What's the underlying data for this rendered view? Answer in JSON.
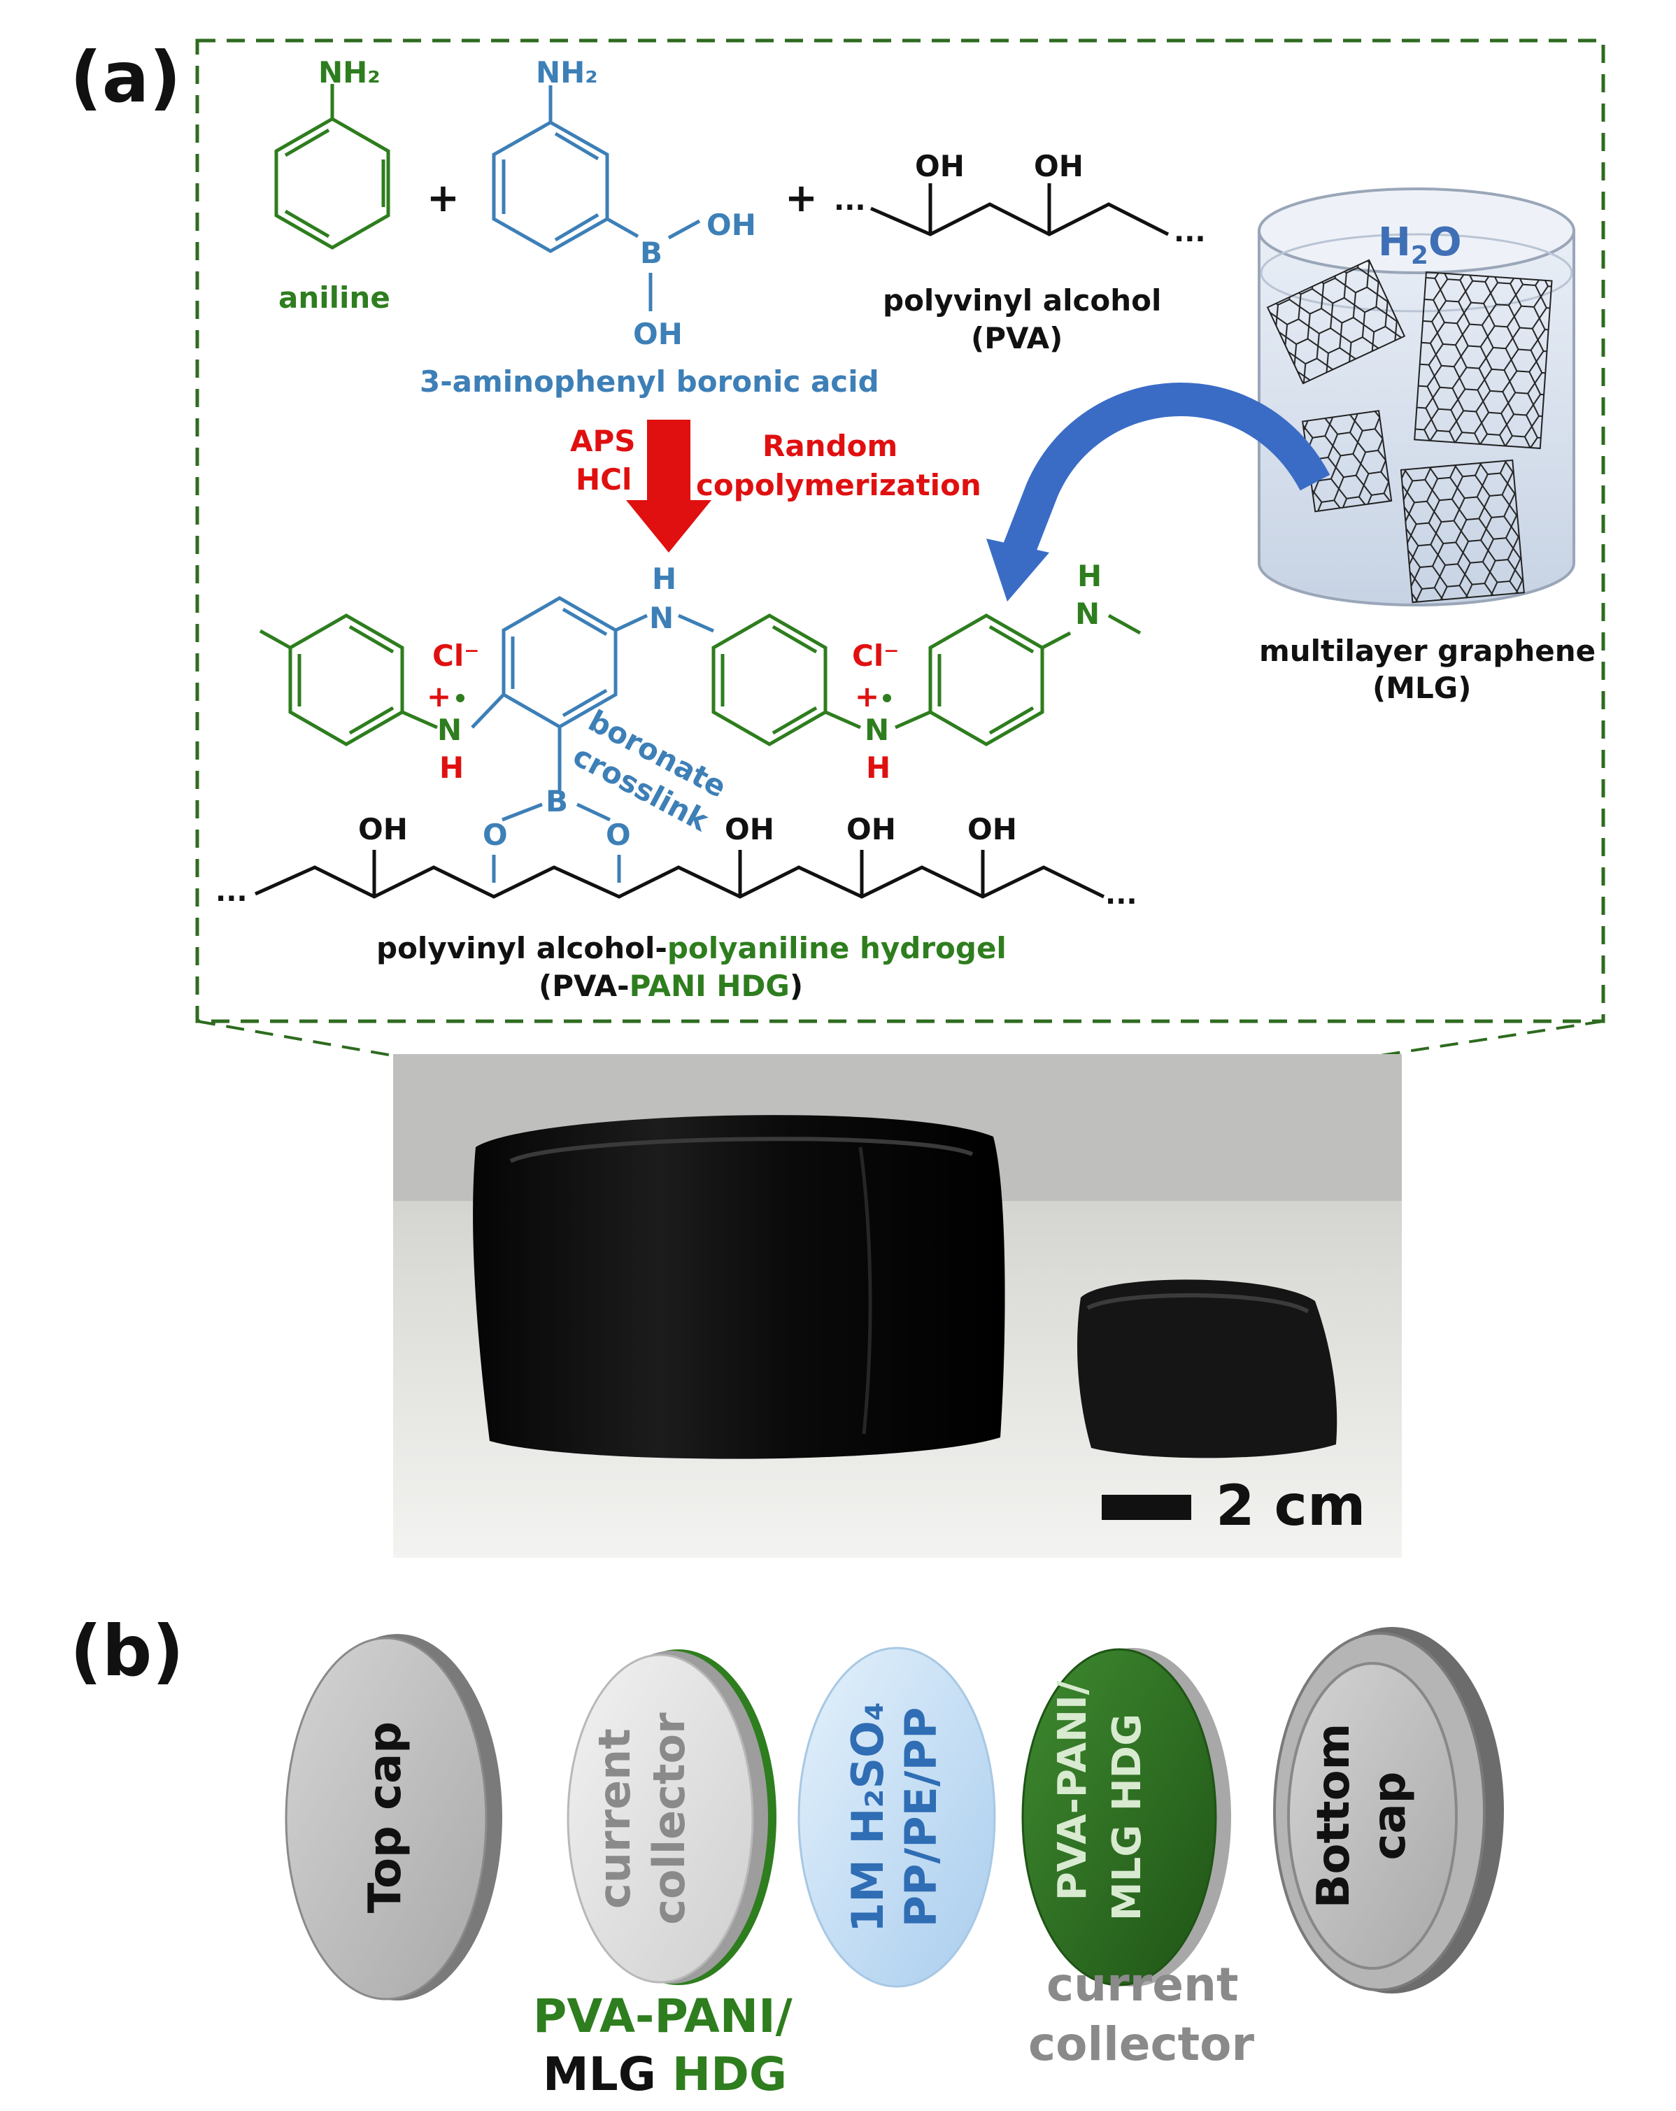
{
  "colors": {
    "green": "#2e7d1e",
    "blue": "#3d7fb7",
    "red": "#e01010",
    "black": "#111111",
    "gray_text": "#8a8a8a",
    "arrow_blue": "#3a6cc6",
    "frame_green": "#2e6b1f"
  },
  "panel_a": {
    "label": "(a)",
    "aniline": {
      "amine": "NH₂",
      "name": "aniline"
    },
    "plus": "+",
    "apba": {
      "amine": "NH₂",
      "boron": "B",
      "oh_right": "OH",
      "oh_bottom": "OH",
      "name": "3-aminophenyl boronic acid"
    },
    "pva": {
      "oh1": "OH",
      "oh2": "OH",
      "dots_left": "...",
      "dots_right": "...",
      "name": "polyvinyl alcohol",
      "abbr": "(PVA)"
    },
    "beaker": {
      "water_h": "H",
      "water_sub": "2",
      "water_o": "O",
      "name": "multilayer graphene",
      "abbr": "(MLG)"
    },
    "reaction": {
      "reagent1": "APS",
      "reagent2": "HCl",
      "condition1": "Random",
      "condition2": "copolymerization"
    },
    "product": {
      "chloride": "Cl⁻",
      "plus_charge": "+",
      "nitrogen": "N",
      "hydrogen": "H",
      "boron": "B",
      "oxygen": "O",
      "hydroxyl": "OH",
      "dots": "...",
      "crosslink1": "boronate",
      "crosslink2": "crosslink",
      "name_part1": "polyvinyl alcohol-",
      "name_part2": "polyaniline hydrogel",
      "abbr_part1": "(PVA-",
      "abbr_part2": "PANI HDG",
      "abbr_part3": ")"
    },
    "scale_bar": "2 cm"
  },
  "panel_b": {
    "label": "(b)",
    "top_cap": "Top cap",
    "collector1_line1": "current",
    "collector1_line2": "collector",
    "separator_line1": "1M H₂SO₄",
    "separator_line2": "PP/PE/PP",
    "electrode_line1": "PVA-PANI/",
    "electrode_line2": "MLG HDG",
    "bottom_cap_line1": "Bottom",
    "bottom_cap_line2": "cap",
    "caption_left_line1": "PVA-PANI/",
    "caption_left_line2a": "MLG ",
    "caption_left_line2b": "HDG",
    "caption_right_line1": "current",
    "caption_right_line2": "collector"
  }
}
